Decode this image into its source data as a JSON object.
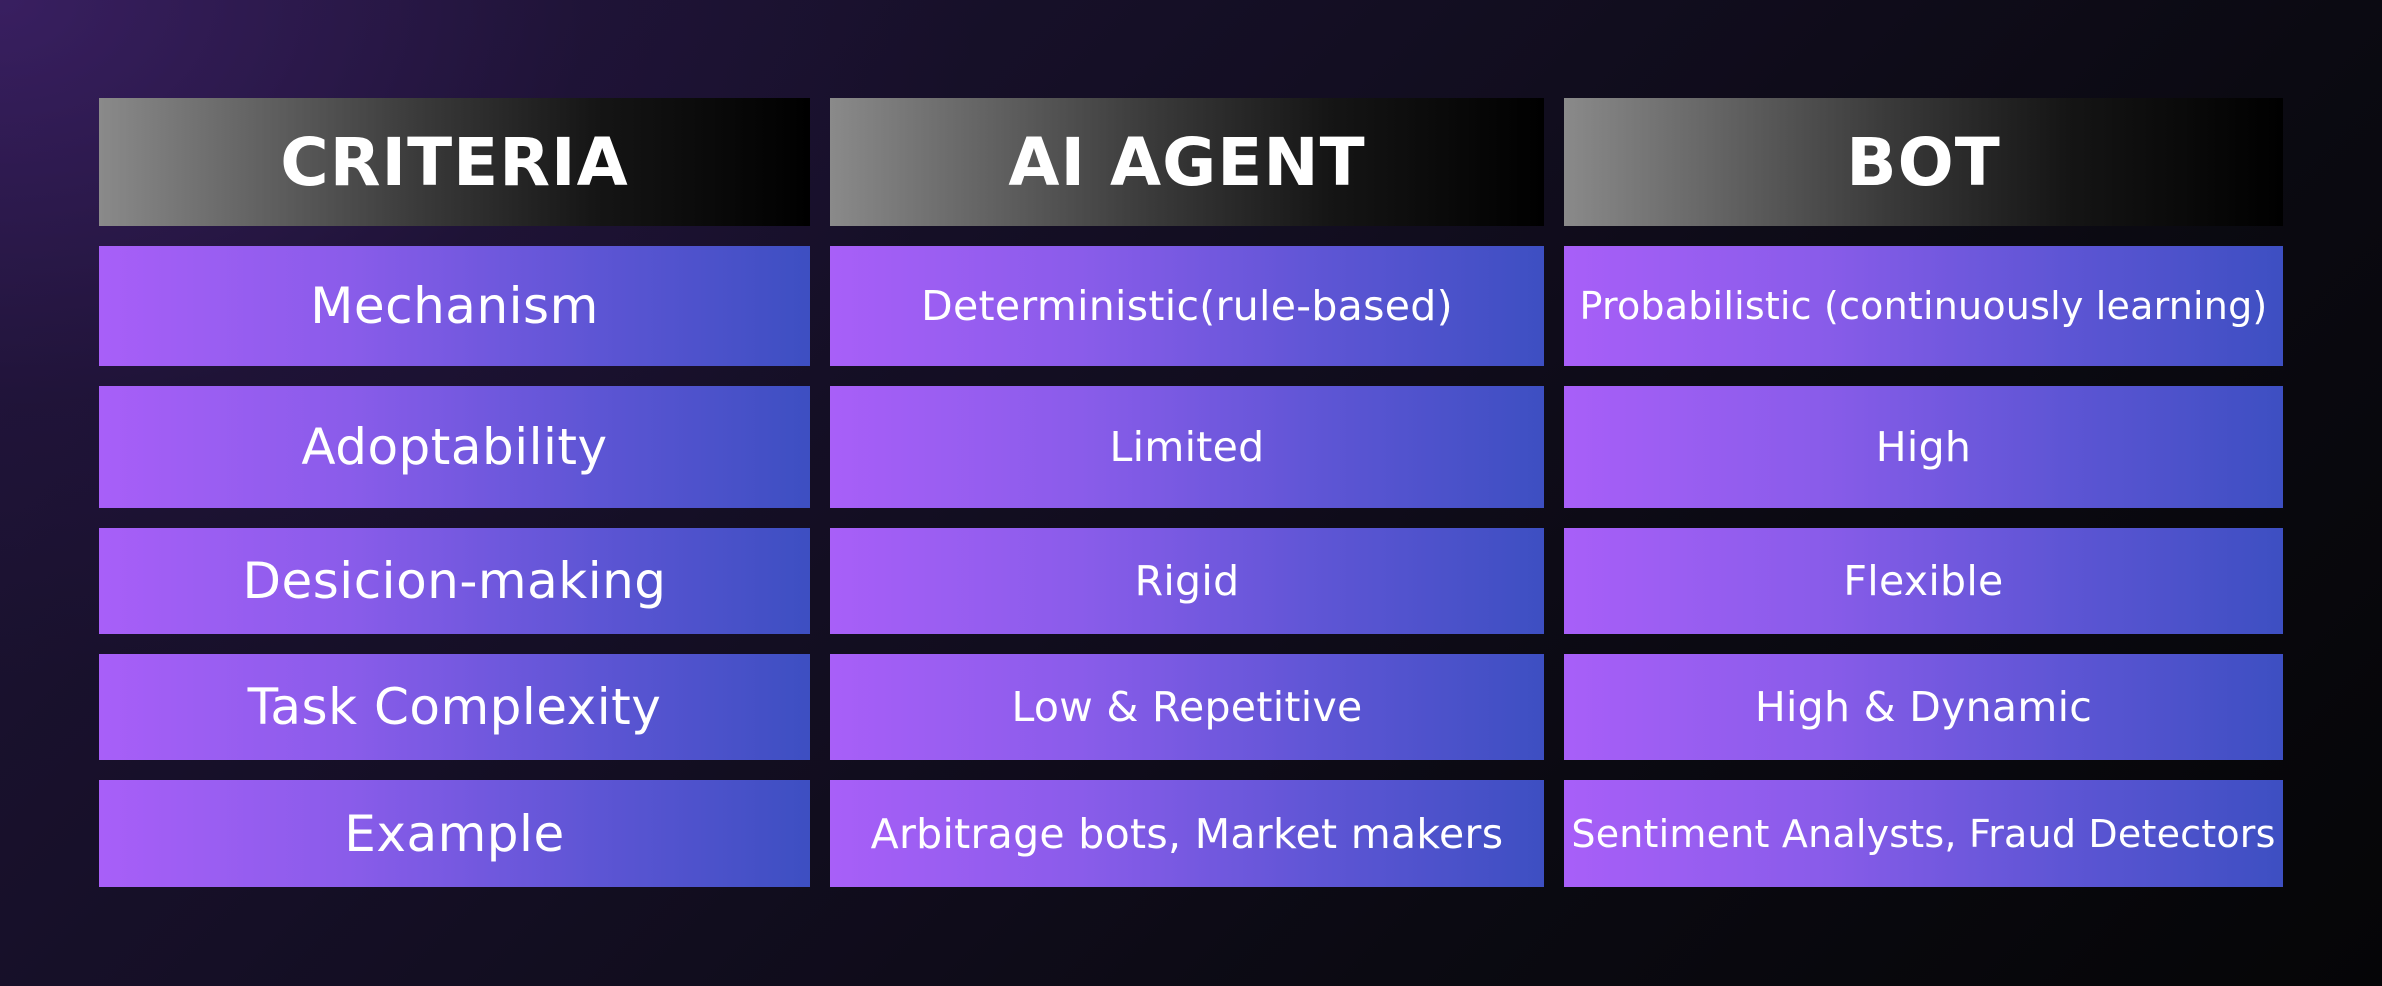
{
  "headers": {
    "criteria": "CRITERIA",
    "ai_agent": "AI AGENT",
    "bot": "BOT"
  },
  "rows": [
    {
      "criteria": "Mechanism",
      "ai_agent": "Deterministic(rule-based)",
      "bot": "Probabilistic (continuously learning)"
    },
    {
      "criteria": "Adoptability",
      "ai_agent": "Limited",
      "bot": "High"
    },
    {
      "criteria": "Desicion-making",
      "ai_agent": "Rigid",
      "bot": "Flexible"
    },
    {
      "criteria": "Task Complexity",
      "ai_agent": "Low & Repetitive",
      "bot": "High & Dynamic"
    },
    {
      "criteria": "Example",
      "ai_agent": "Arbitrage bots, Market makers",
      "bot": "Sentiment Analysts, Fraud Detectors"
    }
  ],
  "colors": {
    "row_gradient_start": "#a85ff8",
    "row_gradient_end": "#3d4fc2",
    "header_gradient_start": "#8a8a8a",
    "header_gradient_end": "#000000"
  }
}
